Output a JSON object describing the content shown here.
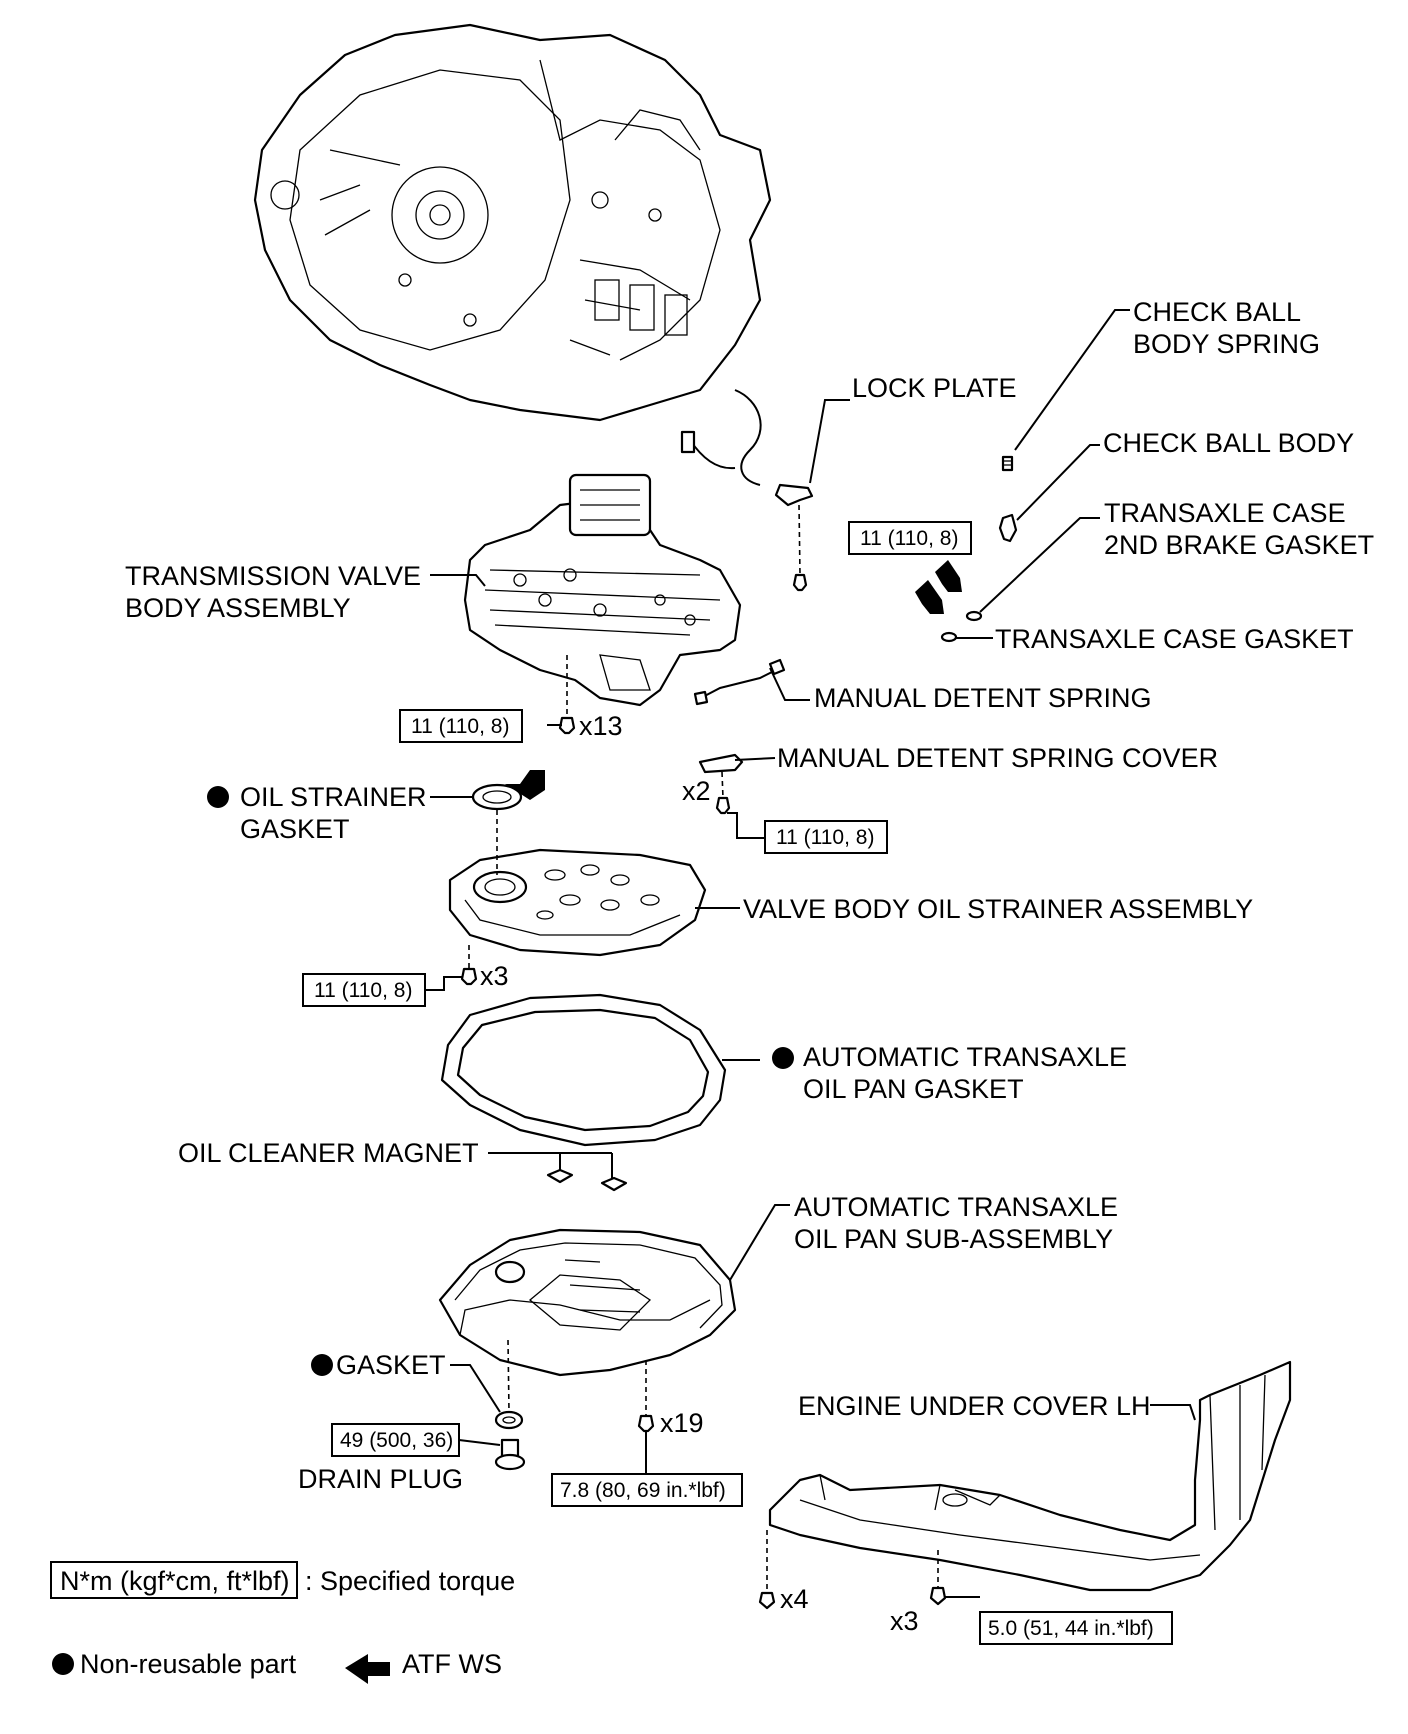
{
  "labels": {
    "check_ball_body_spring_1": "CHECK BALL",
    "check_ball_body_spring_2": "BODY SPRING",
    "lock_plate": "LOCK PLATE",
    "check_ball_body": "CHECK BALL BODY",
    "transaxle_case_2nd_1": "TRANSAXLE CASE",
    "transaxle_case_2nd_2": "2ND BRAKE GASKET",
    "transaxle_case_gasket": "TRANSAXLE CASE GASKET",
    "valve_body_1": "TRANSMISSION VALVE",
    "valve_body_2": "BODY ASSEMBLY",
    "manual_detent_spring": "MANUAL DETENT SPRING",
    "manual_detent_spring_cover": "MANUAL DETENT SPRING COVER",
    "oil_strainer_gasket_1": "OIL STRAINER",
    "oil_strainer_gasket_2": "GASKET",
    "valve_body_oil_strainer": "VALVE BODY OIL STRAINER ASSEMBLY",
    "oil_pan_gasket_1": "AUTOMATIC TRANSAXLE",
    "oil_pan_gasket_2": "OIL PAN GASKET",
    "oil_cleaner_magnet": "OIL CLEANER MAGNET",
    "oil_pan_1": "AUTOMATIC TRANSAXLE",
    "oil_pan_2": "OIL PAN SUB-ASSEMBLY",
    "gasket": "GASKET",
    "drain_plug": "DRAIN PLUG",
    "engine_under_cover": "ENGINE UNDER COVER LH"
  },
  "torques": {
    "lock_plate": "11 (110, 8)",
    "valve_body": "11 (110, 8)",
    "detent_cover": "11 (110, 8)",
    "strainer": "11 (110, 8)",
    "drain_plug": "49 (500, 36)",
    "oil_pan": "7.8 (80, 69 in.*lbf)",
    "under_cover": "5.0 (51, 44 in.*lbf)"
  },
  "quantities": {
    "valve_body": "x13",
    "detent_cover": "x2",
    "strainer": "x3",
    "oil_pan": "x19",
    "under_cover_left": "x4",
    "under_cover_right": "x3"
  },
  "legend": {
    "torque_box": "N*m (kgf*cm, ft*lbf)",
    "torque_text": ": Specified torque",
    "non_reusable": "Non-reusable part",
    "atf": "ATF WS"
  }
}
